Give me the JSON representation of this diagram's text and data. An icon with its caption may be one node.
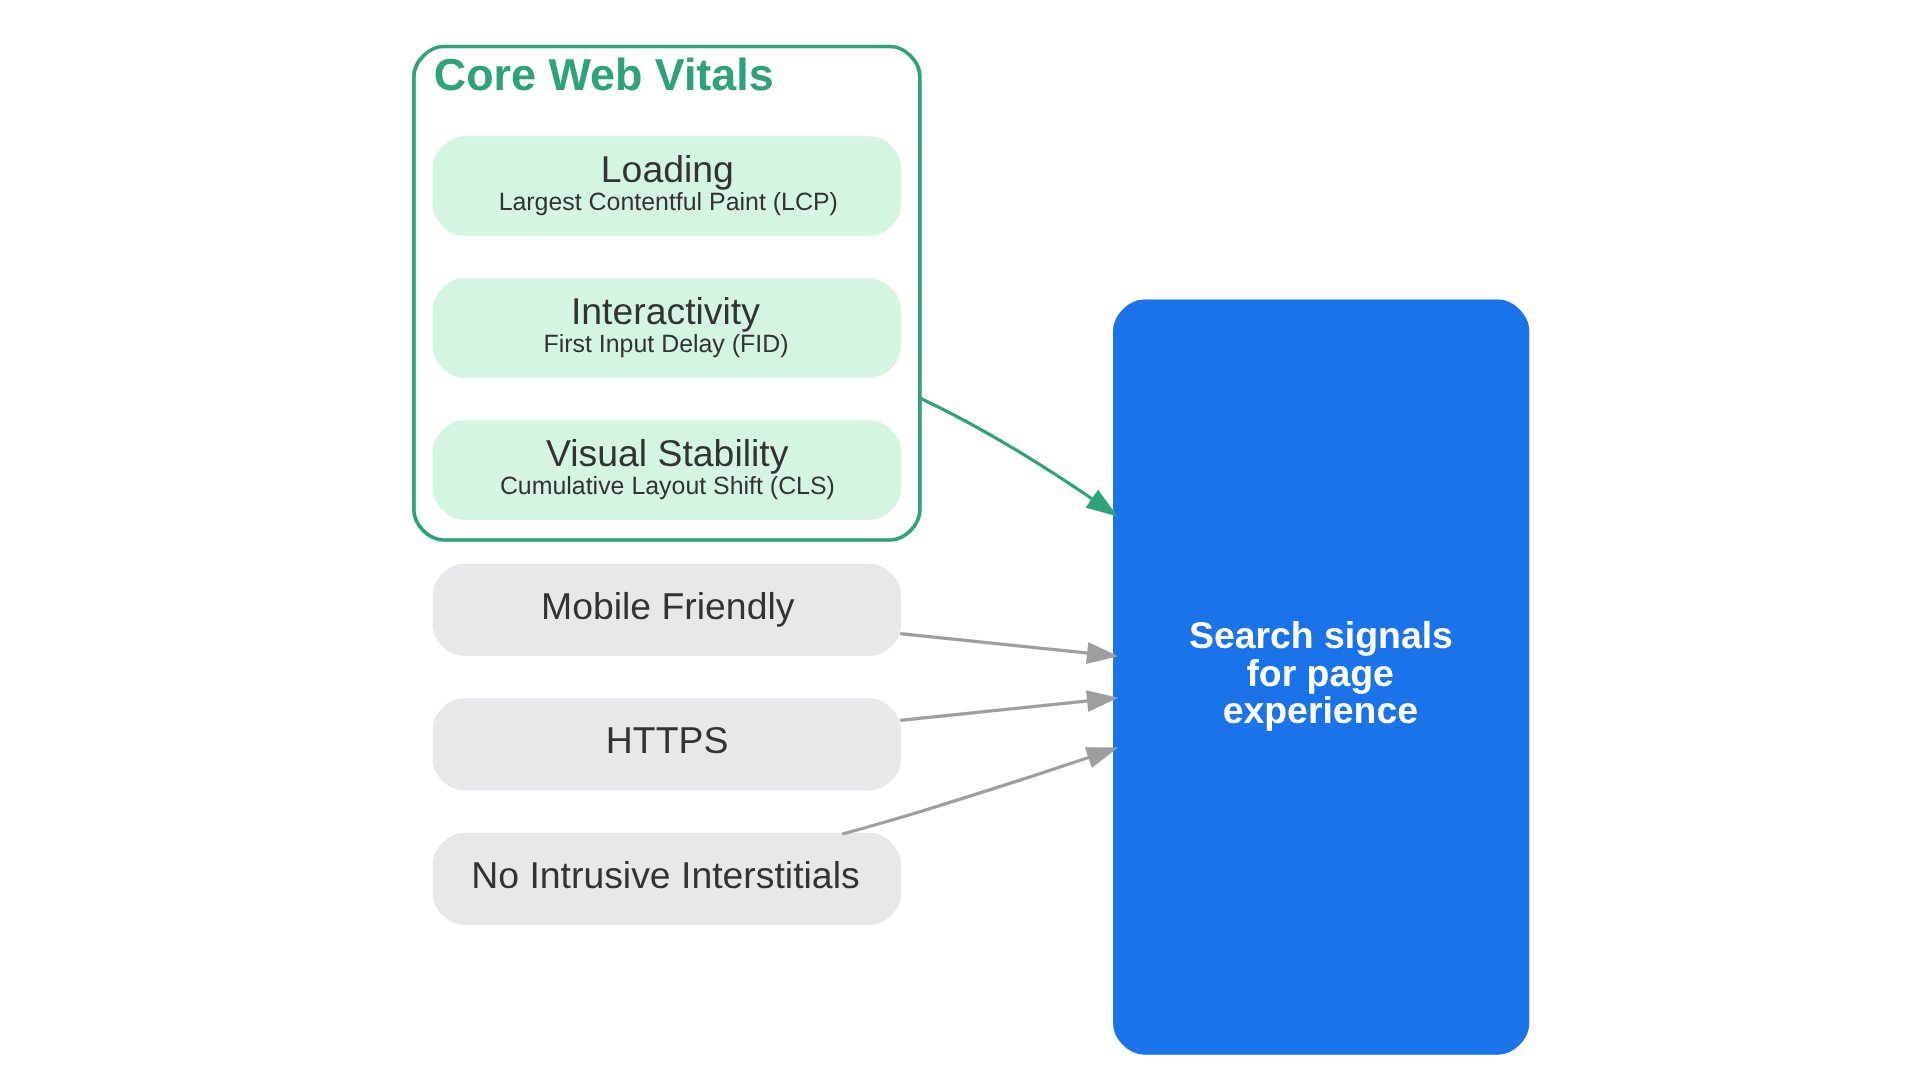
{
  "diagram": {
    "nodes": [
      {
        "text": [
          "Core Web Vitals"
        ]
      },
      {
        "text": [
          "Loading",
          "Largest Contentful Paint (LCP)"
        ],
        "in": 0
      },
      {
        "text": [
          "Interactivity",
          "First Input Delay (FID)"
        ],
        "in": 0
      },
      {
        "text": [
          "Visual Stability",
          "Cumulative Layout Shift (CLS)"
        ],
        "in": 0
      },
      {
        "text": [
          "Mobile Friendly"
        ]
      },
      {
        "text": [
          "HTTPS"
        ]
      },
      {
        "text": [
          "No Intrusive Interstitials"
        ]
      },
      {
        "text": [
          "Search signals for page experience"
        ]
      }
    ],
    "edges": [
      {
        "from": 0,
        "to": 7,
        "arrow": "to",
        "color": "#2ea37a"
      },
      {
        "from": 4,
        "to": 7,
        "arrow": "to"
      },
      {
        "from": 5,
        "to": 7,
        "arrow": "to"
      },
      {
        "from": 6,
        "to": 7,
        "arrow": "to"
      }
    ]
  }
}
